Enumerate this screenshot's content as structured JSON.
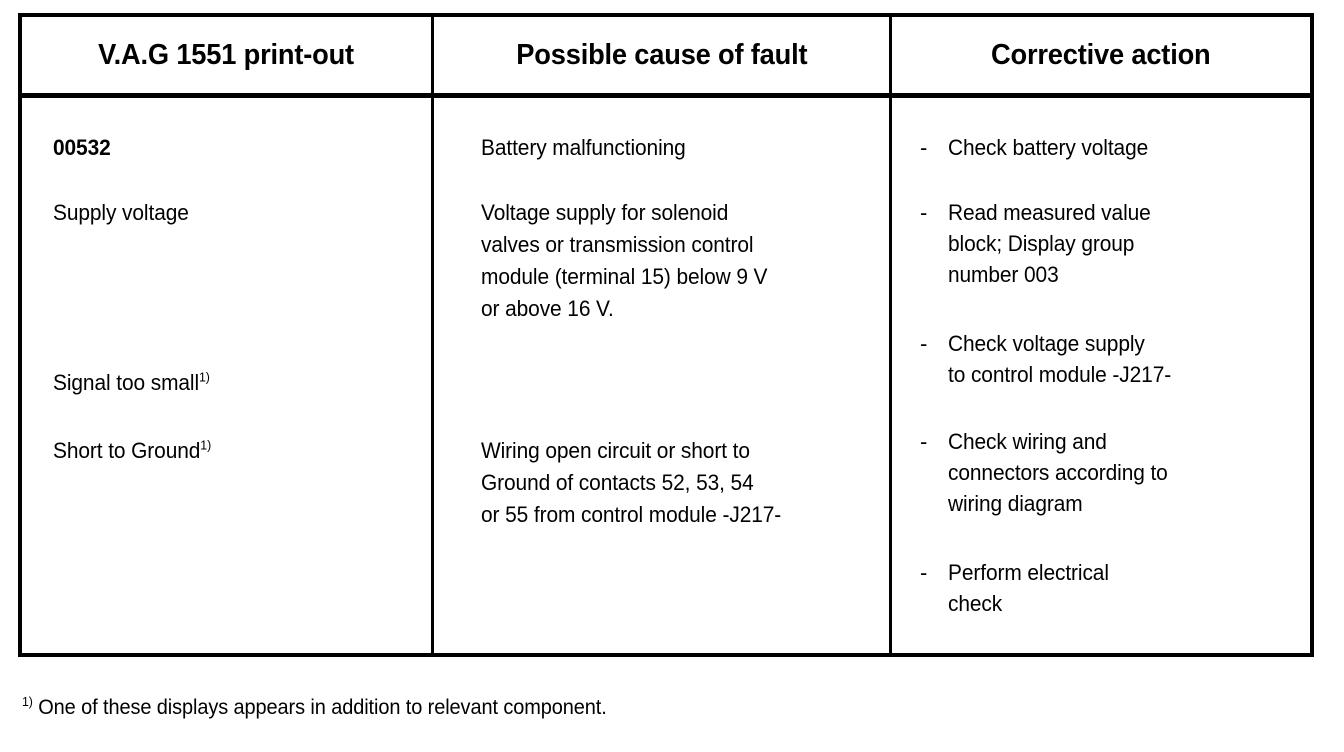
{
  "table": {
    "headers": [
      {
        "label": "V.A.G 1551 print-out"
      },
      {
        "label": "Possible cause of fault"
      },
      {
        "label": "Corrective action"
      }
    ],
    "printout_column": {
      "fault_code": "00532",
      "fault_name": "Supply voltage",
      "display_1_text": "Signal too small",
      "display_1_footnote": "1)",
      "display_2_text": "Short to Ground",
      "display_2_footnote": "1)"
    },
    "cause_column": {
      "cause_1": "Battery malfunctioning",
      "cause_2_line_1": "Voltage supply for solenoid",
      "cause_2_line_2": "valves or transmission control",
      "cause_2_line_3": "module (terminal 15) below 9 V",
      "cause_2_line_4": "or above 16 V.",
      "cause_3_line_1": "Wiring open circuit or short to",
      "cause_3_line_2": "Ground of contacts 52, 53, 54",
      "cause_3_line_3": "or 55 from control module -J217-"
    },
    "action_column": {
      "bullet_marker": "-",
      "action_1_line_1": "Check battery voltage",
      "action_2_line_1": "Read measured value",
      "action_2_line_2": "block; Display group",
      "action_2_line_3": "number 003",
      "action_3_line_1": "Check voltage supply",
      "action_3_line_2": "to control module -J217-",
      "action_4_line_1": "Check wiring and",
      "action_4_line_2": "connectors according to",
      "action_4_line_3": "wiring diagram",
      "action_5_line_1": "Perform electrical",
      "action_5_line_2": "check"
    }
  },
  "footnote": {
    "marker": "1)",
    "text": " One of these displays appears in addition to relevant component."
  },
  "colors": {
    "ink": "#000000",
    "paper": "#ffffff"
  }
}
